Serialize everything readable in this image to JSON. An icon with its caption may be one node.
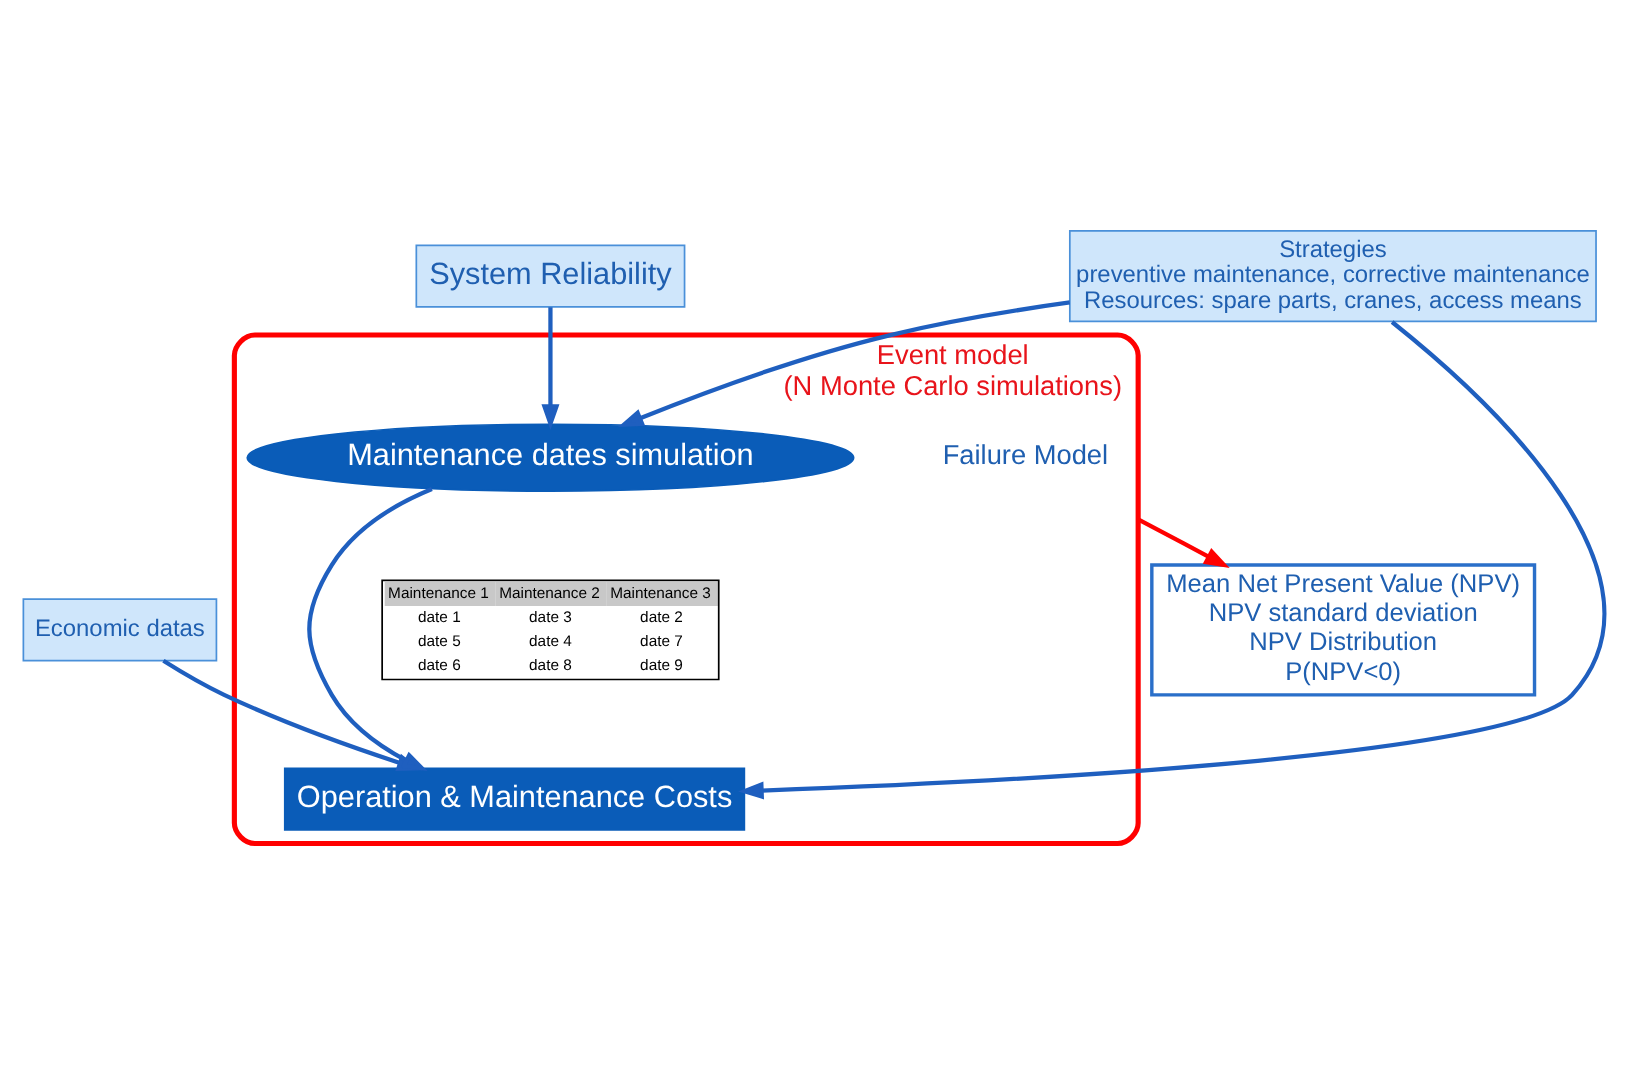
{
  "diagram": {
    "nodes": [
      {
        "text": [
          "Economic datas"
        ]
      },
      {
        "text": [
          "System Reliability"
        ]
      },
      {
        "text": [
          "Strategies",
          "preventive maintenance, corrective maintenance",
          "Resources: spare parts, cranes, access means"
        ]
      },
      {
        "text": [
          "Event model",
          "(N Monte Carlo simulations)"
        ]
      },
      {
        "text": [
          "Failure Model"
        ],
        "in": 3
      },
      {
        "text": [
          "Maintenance dates simulation"
        ],
        "in": 3
      },
      {
        "text": [
          "Operation & Maintenance Costs"
        ],
        "in": 3
      },
      {
        "text": [
          "Mean Net Present Value (NPV)",
          "NPV standard deviation",
          "NPV Distribution",
          "P(NPV<0)"
        ]
      }
    ],
    "edges": [
      {
        "from": 0,
        "to": 6,
        "arrow": "to"
      },
      {
        "from": 1,
        "to": 5,
        "arrow": "to"
      },
      {
        "from": 2,
        "to": 5,
        "arrow": "to"
      },
      {
        "from": 2,
        "to": 6,
        "arrow": "to"
      },
      {
        "from": 5,
        "to": 6,
        "arrow": "to"
      },
      {
        "from": 3,
        "to": 7,
        "arrow": "to",
        "color": "#ff0000"
      }
    ],
    "labels": [
      "Maintenance 1",
      "Maintenance 2",
      "Maintenance 3",
      "date 1",
      "date 3",
      "date 2",
      "date 5",
      "date 4",
      "date 7",
      "date 6",
      "date 8",
      "date 9"
    ]
  }
}
